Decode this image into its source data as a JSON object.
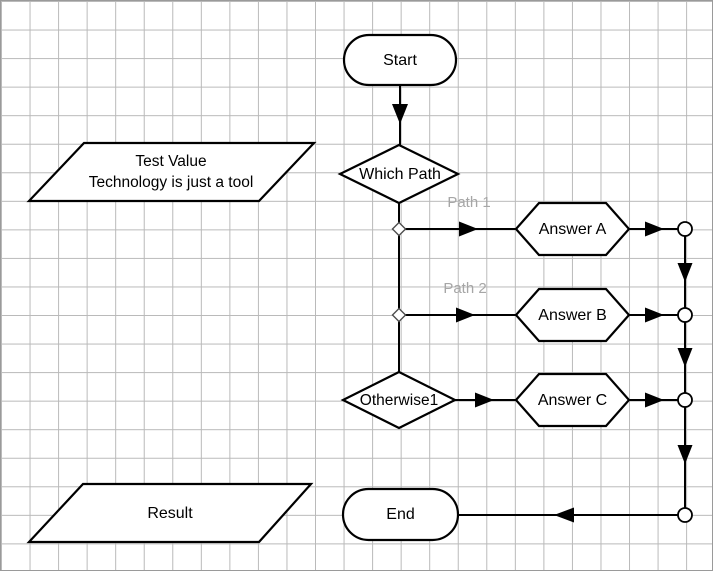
{
  "canvas": {
    "background_color": "#ffffff",
    "grid_color": "#b9b9b9",
    "stroke_color": "#000000",
    "shape_fill": "#ffffff",
    "connector_label_color": "#a6a6a6"
  },
  "nodes": {
    "start": {
      "label": "Start",
      "shape": "terminator"
    },
    "which_path": {
      "label": "Which Path",
      "shape": "decision"
    },
    "test_value": {
      "line1": "Test Value",
      "line2": "Technology is just a tool",
      "shape": "parallelogram"
    },
    "answer_a": {
      "label": "Answer A",
      "shape": "hexagon"
    },
    "answer_b": {
      "label": "Answer B",
      "shape": "hexagon"
    },
    "answer_c": {
      "label": "Answer C",
      "shape": "hexagon"
    },
    "otherwise": {
      "label": "Otherwise1",
      "shape": "decision"
    },
    "result": {
      "label": "Result",
      "shape": "parallelogram"
    },
    "end": {
      "label": "End",
      "shape": "terminator"
    }
  },
  "edge_labels": {
    "path1": "Path 1",
    "path2": "Path 2"
  }
}
